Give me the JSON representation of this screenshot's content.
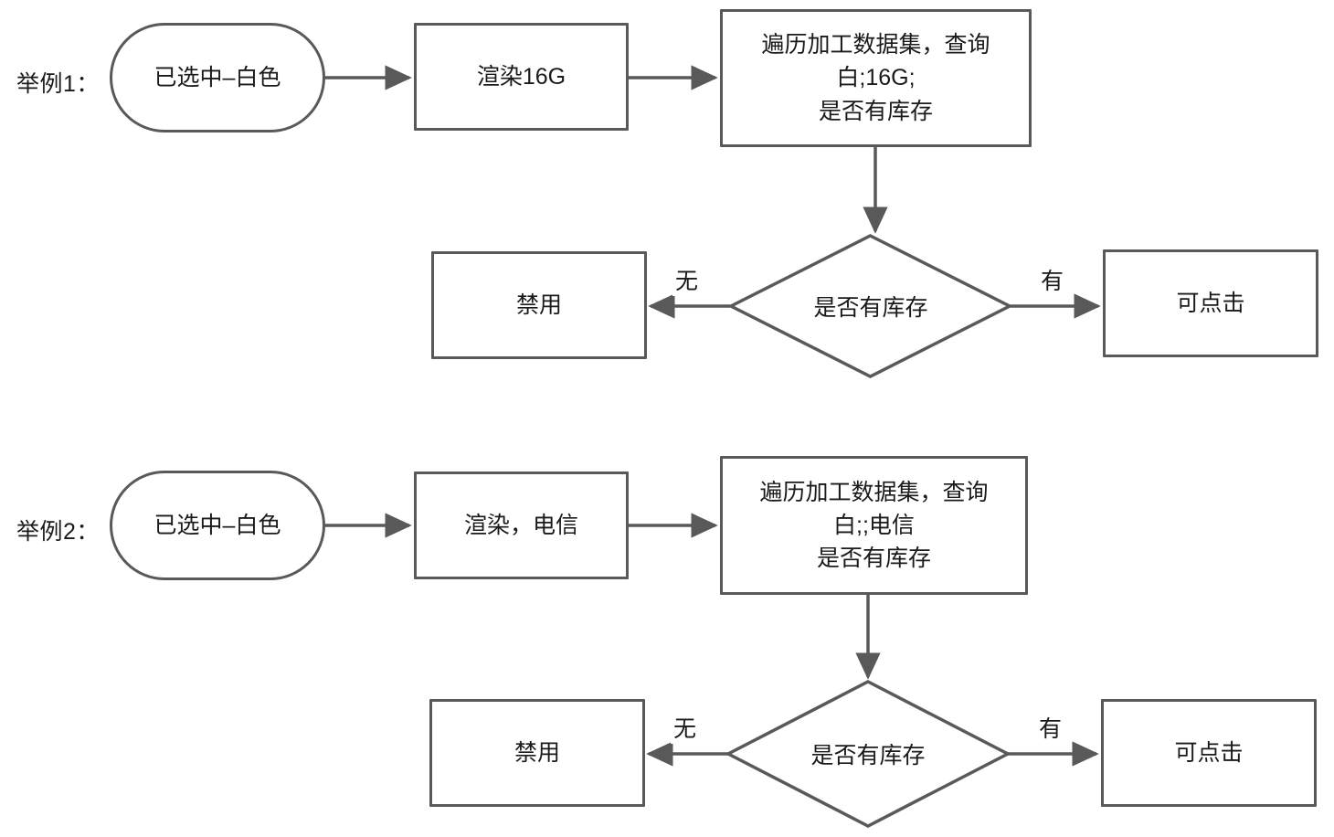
{
  "meta": {
    "diagram_type": "flowchart",
    "colors": {
      "stroke": "#595959",
      "text": "#1a1a1a",
      "fill": "#ffffff",
      "background": "#ffffff"
    }
  },
  "examples": [
    {
      "label": "举例1：",
      "start": {
        "text": "已选中–白色",
        "shape": "stadium"
      },
      "action": {
        "text": "渲染16G",
        "shape": "rect"
      },
      "query": {
        "shape": "rect",
        "lines": [
          "遍历加工数据集，查询",
          "白;16G;",
          "是否有库存"
        ]
      },
      "decision": {
        "text": "是否有库存",
        "shape": "diamond"
      },
      "branch_no": {
        "edge_label": "无",
        "target": "禁用"
      },
      "branch_yes": {
        "edge_label": "有",
        "target": "可点击"
      }
    },
    {
      "label": "举例2：",
      "start": {
        "text": "已选中–白色",
        "shape": "stadium"
      },
      "action": {
        "text": "渲染，电信",
        "shape": "rect"
      },
      "query": {
        "shape": "rect",
        "lines": [
          "遍历加工数据集，查询",
          "白;;电信",
          "是否有库存"
        ]
      },
      "decision": {
        "text": "是否有库存",
        "shape": "diamond"
      },
      "branch_no": {
        "edge_label": "无",
        "target": "禁用"
      },
      "branch_yes": {
        "edge_label": "有",
        "target": "可点击"
      }
    }
  ]
}
